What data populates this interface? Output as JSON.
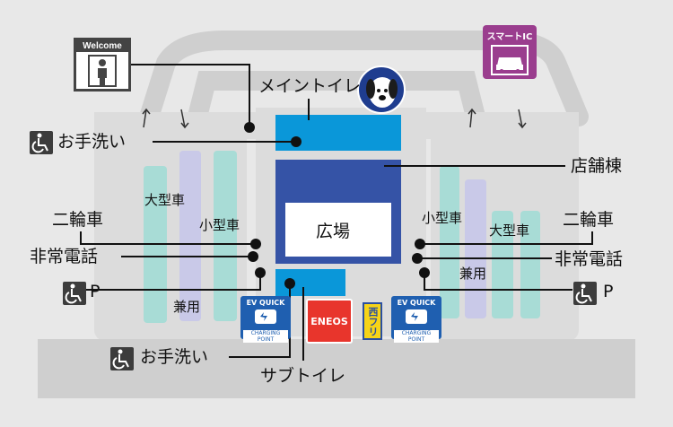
{
  "labels": {
    "welcome": "Welcome",
    "smart_ic": "スマートIC",
    "main_toilet": "メイントイレ",
    "handwash_top": "お手洗い",
    "shop_building": "店舗棟",
    "plaza": "広場",
    "large_car_left": "大型車",
    "small_car_left": "小型車",
    "shared_left": "兼用",
    "motorcycle_left": "二輪車",
    "emergency_phone_left": "非常電話",
    "parking_left": "P",
    "small_car_right": "小型車",
    "large_car_right": "大型車",
    "shared_right": "兼用",
    "motorcycle_right": "二輪車",
    "emergency_phone_right": "非常電話",
    "parking_right": "P",
    "handwash_bottom": "お手洗い",
    "sub_toilet": "サブトイレ",
    "ev_title": "EV QUICK",
    "ev_sub": "CHARGING POINT",
    "eneos": "ENEOS",
    "nishi_fri": "西フリ"
  },
  "icons": {
    "welcome_person": "person-icon",
    "smart_ic_car": "car-icon",
    "mascot": "dog-mascot-icon",
    "wheelchair": "wheelchair-icon",
    "ev_charger": "ev-charger-icon"
  },
  "colors": {
    "background": "#e8e8e8",
    "road": "#cfcfcf",
    "facility_blue": "#0a97d9",
    "shop_blue": "#3553a6",
    "plaza_white": "#ffffff",
    "parking_teal": "#a8dcd6",
    "parking_lavender": "#c9c9e8",
    "smart_ic_purple": "#9a3d8e",
    "eneos_red": "#e8352c",
    "nishi_yellow": "#f7d417",
    "label_dark": "#3c3c3c"
  }
}
